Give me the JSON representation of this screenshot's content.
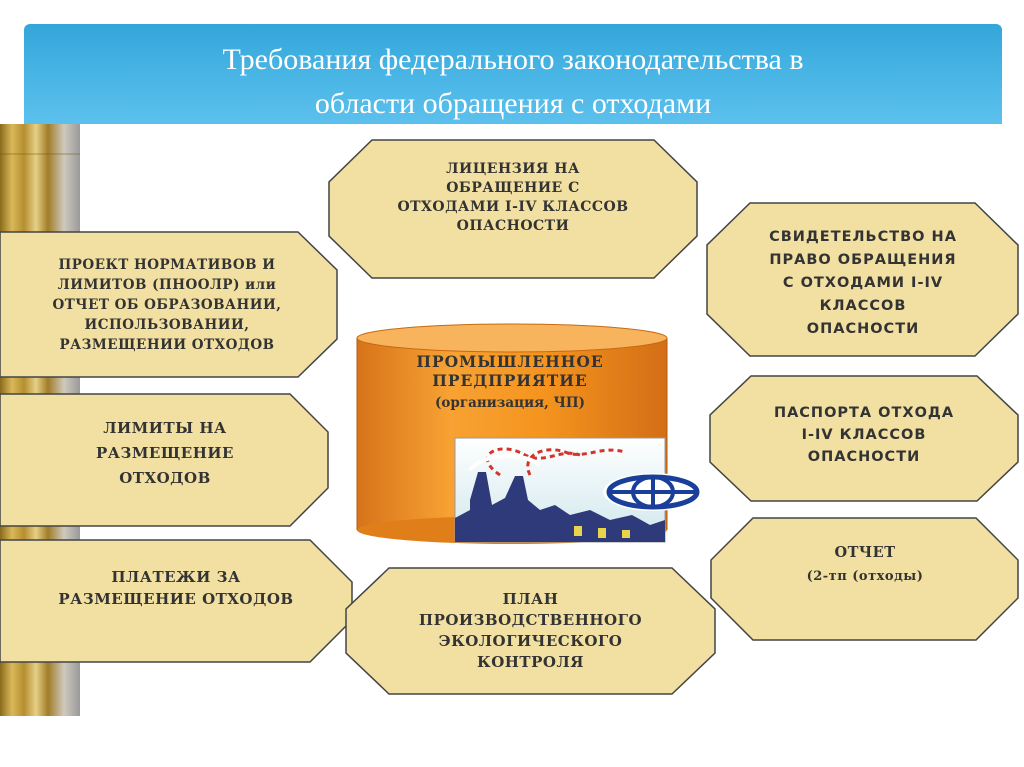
{
  "slide": {
    "title_lines": [
      "Требования федерального законодательства в",
      "области обращения с отходами"
    ]
  },
  "colors": {
    "title_bar": "#3bb0e0",
    "box_fill": "#f1e0a2",
    "box_stroke": "#444444",
    "cylinder": "#f5941e",
    "stripe": "#c9a648"
  },
  "center": {
    "lines": [
      "ПРОМЫШЛЕННОЕ",
      "ПРЕДПРИЯТИЕ"
    ],
    "sub": "(организация, ЧП)",
    "factory_image": "factory-icon",
    "globe_image": "globe-icon"
  },
  "boxes": {
    "license": [
      "ЛИЦЕНЗИЯ НА",
      "ОБРАЩЕНИЕ С",
      "ОТХОДАМИ I-IV КЛАССОВ",
      "ОПАСНОСТИ"
    ],
    "certificate": [
      "СВИДЕТЕЛЬСТВО НА",
      "ПРАВО ОБРАЩЕНИЯ",
      "С ОТХОДАМИ I-IV",
      "КЛАССОВ",
      "ОПАСНОСТИ"
    ],
    "project": [
      "ПРОЕКТ НОРМАТИВОВ И",
      "ЛИМИТОВ (ПНООЛР) или",
      "ОТЧЕТ ОБ ОБРАЗОВАНИИ,",
      "ИСПОЛЬЗОВАНИИ,",
      "РАЗМЕЩЕНИИ ОТХОДОВ"
    ],
    "limits": [
      "ЛИМИТЫ НА",
      "РАЗМЕЩЕНИЕ",
      "ОТХОДОВ"
    ],
    "passports": [
      "ПАСПОРТА ОТХОДА",
      "I-IV КЛАССОВ",
      "ОПАСНОСТИ"
    ],
    "report": [
      "ОТЧЕТ",
      "(2-тп (отходы)"
    ],
    "payments": [
      "ПЛАТЕЖИ ЗА",
      "РАЗМЕЩЕНИЕ ОТХОДОВ"
    ],
    "plan": [
      "ПЛАН",
      "ПРОИЗВОДСТВЕННОГО",
      "ЭКОЛОГИЧЕСКОГО",
      "КОНТРОЛЯ"
    ]
  }
}
